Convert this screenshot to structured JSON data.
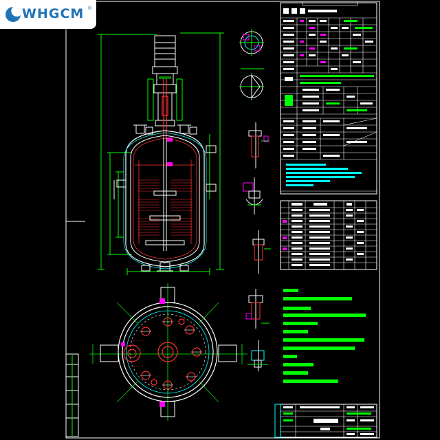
{
  "logo": {
    "text": "WHGCM",
    "mark": "®",
    "icon": "crescent-logo-icon"
  },
  "colors": {
    "background": "#000000",
    "frame": "#ffffff",
    "vessel_outline": "#ffffff",
    "dimensions": "#00ff00",
    "internals": "#ff3333",
    "nozzles": "#ff00ff",
    "notes": "#00ff00",
    "highlight": "#00ffff",
    "logo_blue": "#1f73b7"
  },
  "drawing": {
    "views": [
      "front-elevation",
      "top-plan",
      "nozzle-details"
    ],
    "notes_title": "",
    "title_block": ""
  }
}
